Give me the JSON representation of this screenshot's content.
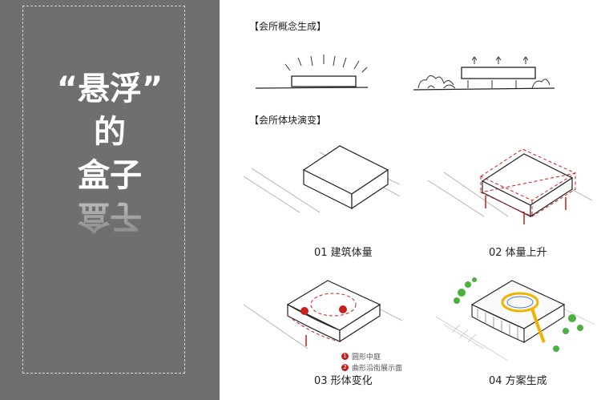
{
  "left_title": {
    "line1": "“悬浮”",
    "line2": "的",
    "line3": "盒子",
    "reflection": "盒子"
  },
  "sections": {
    "concept_title": "【会所概念生成】",
    "evolution_title": "【会所体块演变】"
  },
  "steps": [
    {
      "label": "01 建筑体量"
    },
    {
      "label": "02 体量上升"
    },
    {
      "label": "03 形体变化"
    },
    {
      "label": "04 方案生成"
    }
  ],
  "legend": [
    {
      "num": "1",
      "text": "圆形中庭"
    },
    {
      "num": "2",
      "text": "曲形沿街展示面"
    }
  ],
  "colors": {
    "left_bg": "#6f6f6f",
    "accent_red": "#c8201e",
    "tree_green": "#4caf3f",
    "ring_yellow": "#f0b400"
  }
}
